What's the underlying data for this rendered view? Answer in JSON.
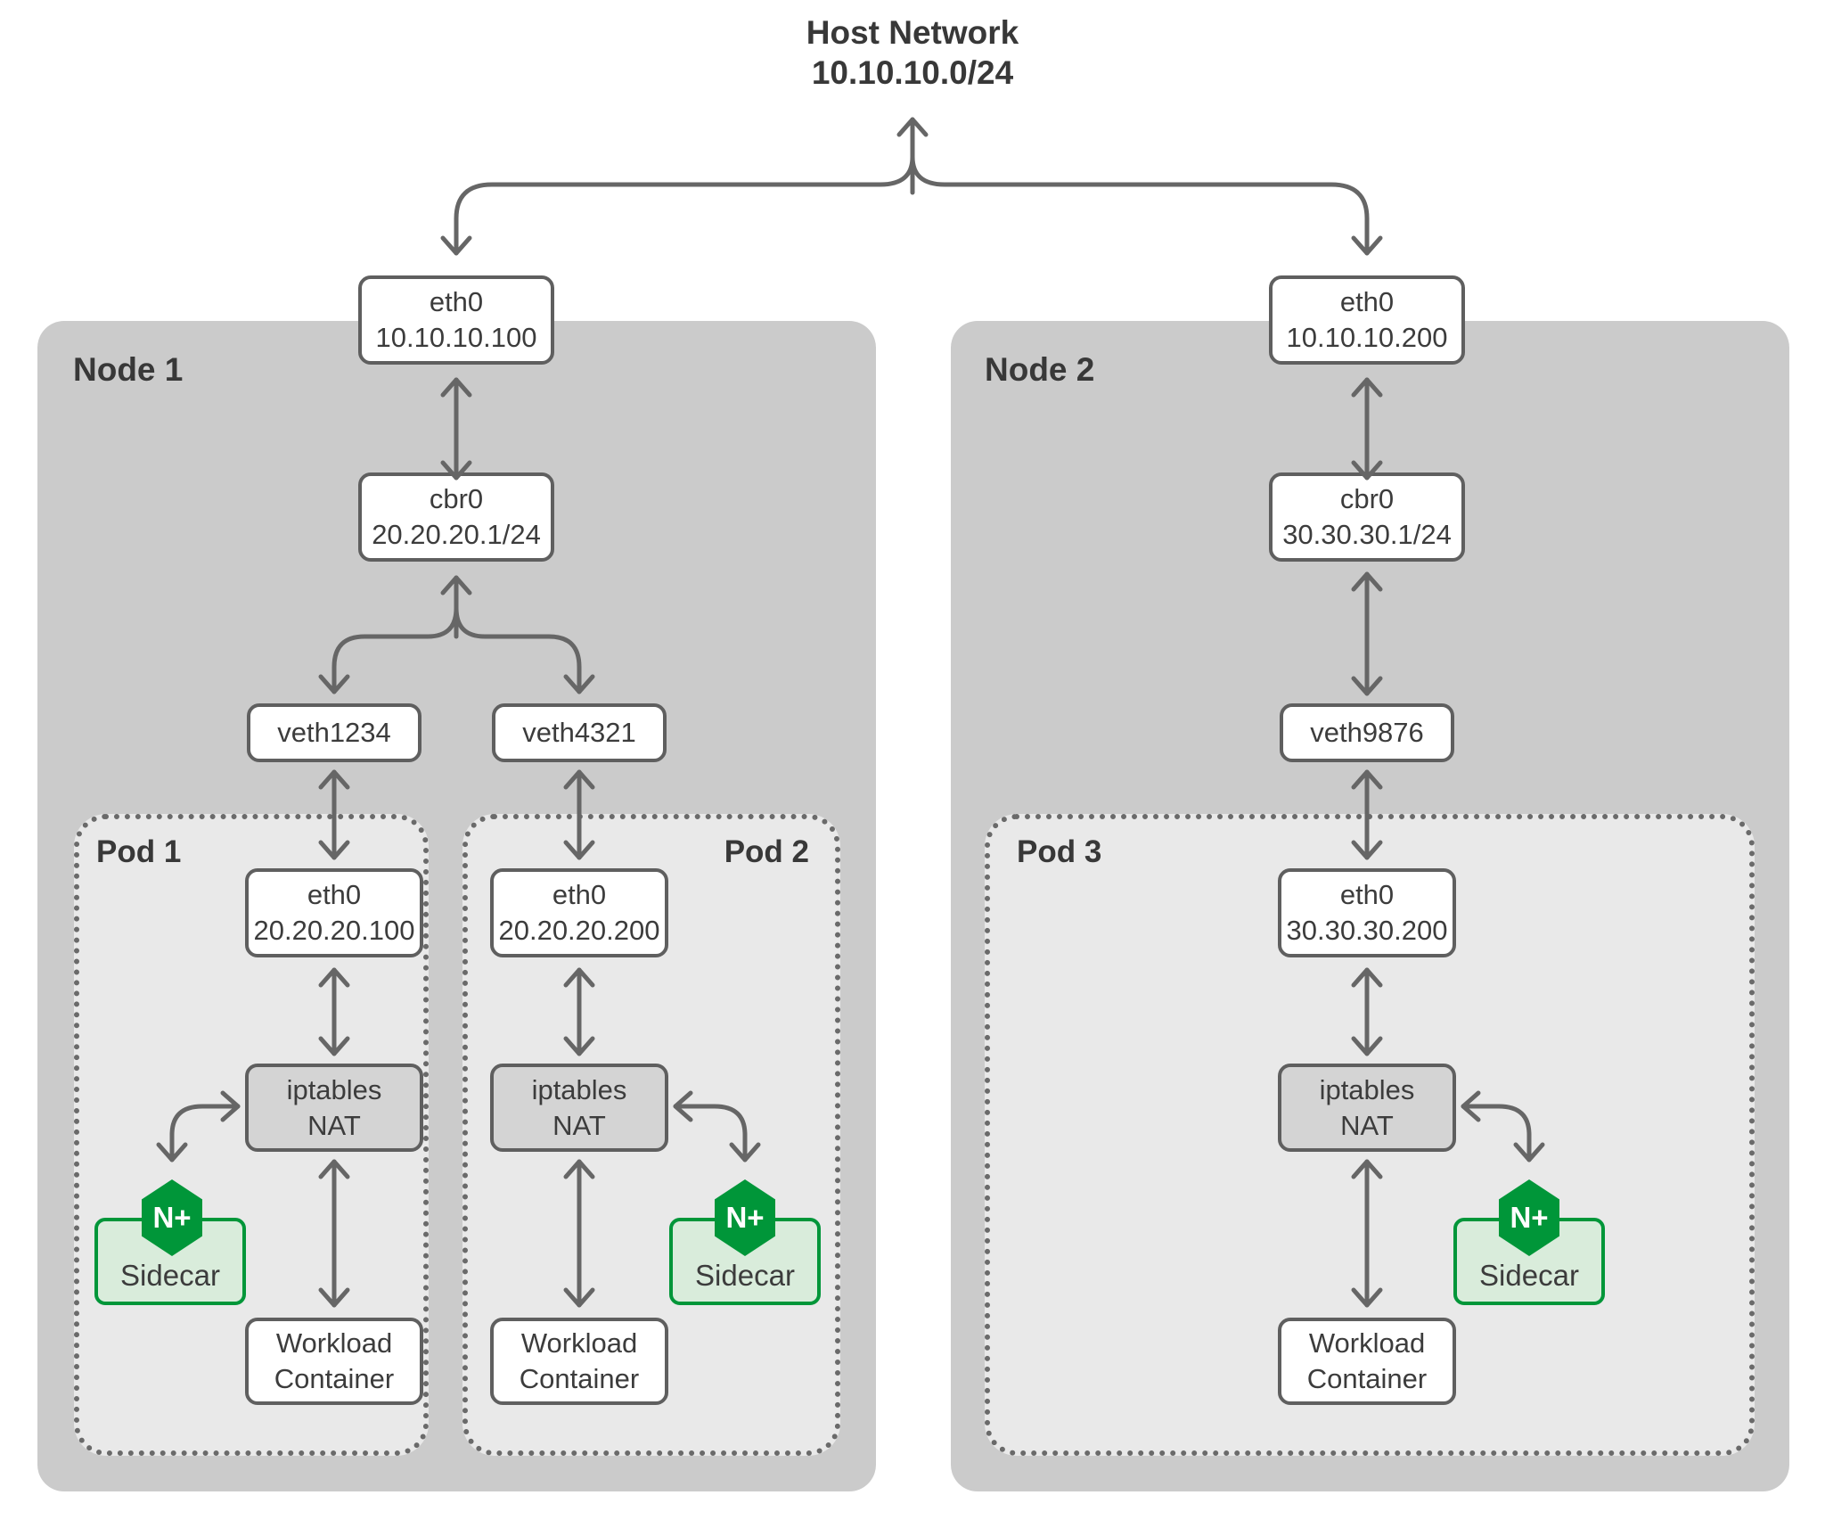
{
  "header": {
    "line1": "Host Network",
    "line2": "10.10.10.0/24"
  },
  "colors": {
    "node_fill": "#cbcbcb",
    "pod_fill": "#e9e9e9",
    "nat_fill": "#d4d4d4",
    "box_border": "#5f5f5f",
    "arrow": "#666666",
    "text": "#3c3c3c",
    "nginx_green": "#009639",
    "sidecar_fill": "#d9ecdb"
  },
  "nodes": [
    {
      "label": "Node 1",
      "eth0": {
        "line1": "eth0",
        "line2": "10.10.10.100"
      },
      "bridge": {
        "line1": "cbr0",
        "line2": "20.20.20.1/24"
      },
      "veths": [
        {
          "label": "veth1234"
        },
        {
          "label": "veth4321"
        }
      ],
      "pods": [
        {
          "label": "Pod 1",
          "eth0": {
            "line1": "eth0",
            "line2": "20.20.20.100"
          },
          "nat": {
            "line1": "iptables",
            "line2": "NAT"
          },
          "sidecar": {
            "label": "Sidecar",
            "logo": "N+"
          },
          "workload": {
            "line1": "Workload",
            "line2": "Container"
          }
        },
        {
          "label": "Pod 2",
          "eth0": {
            "line1": "eth0",
            "line2": "20.20.20.200"
          },
          "nat": {
            "line1": "iptables",
            "line2": "NAT"
          },
          "sidecar": {
            "label": "Sidecar",
            "logo": "N+"
          },
          "workload": {
            "line1": "Workload",
            "line2": "Container"
          }
        }
      ]
    },
    {
      "label": "Node 2",
      "eth0": {
        "line1": "eth0",
        "line2": "10.10.10.200"
      },
      "bridge": {
        "line1": "cbr0",
        "line2": "30.30.30.1/24"
      },
      "veths": [
        {
          "label": "veth9876"
        }
      ],
      "pods": [
        {
          "label": "Pod 3",
          "eth0": {
            "line1": "eth0",
            "line2": "30.30.30.200"
          },
          "nat": {
            "line1": "iptables",
            "line2": "NAT"
          },
          "sidecar": {
            "label": "Sidecar",
            "logo": "N+"
          },
          "workload": {
            "line1": "Workload",
            "line2": "Container"
          }
        }
      ]
    }
  ]
}
